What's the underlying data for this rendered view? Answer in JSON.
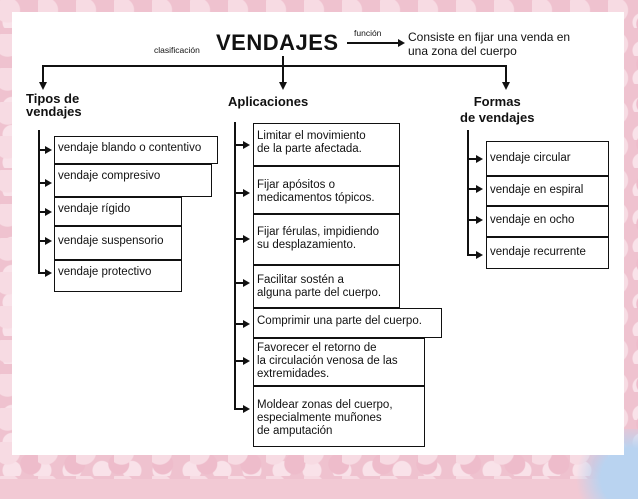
{
  "title": "VENDAJES",
  "clasificacion_label": "clasificación",
  "funcion_label": "función",
  "definicion": "Consiste en fijar una venda en\nuna zona del cuerpo",
  "categories": {
    "tipos": "Tipos de\nvendajes",
    "aplicaciones": "Aplicaciones",
    "formas": "Formas\nde vendajes"
  },
  "tipos_items": [
    "vendaje blando o contentivo",
    "vendaje compresivo",
    "vendaje rígido",
    "vendaje suspensorio",
    "vendaje protectivo"
  ],
  "aplicaciones_items": [
    "Limitar el movimiento\n de la parte afectada.",
    "Fijar apósitos o\nmedicamentos tópicos.",
    "Fijar férulas, impidiendo\nsu desplazamiento.",
    "Facilitar sostén a\nalguna parte del cuerpo.",
    "Comprimir una parte del cuerpo.",
    "Favorecer el retorno de\nla circulación venosa de las\nextremidades.",
    "Moldear zonas del cuerpo,\nespecialmente muñones\nde amputación"
  ],
  "formas_items": [
    "vendaje circular",
    "vendaje en espiral",
    "vendaje en ocho",
    "vendaje recurrente"
  ]
}
